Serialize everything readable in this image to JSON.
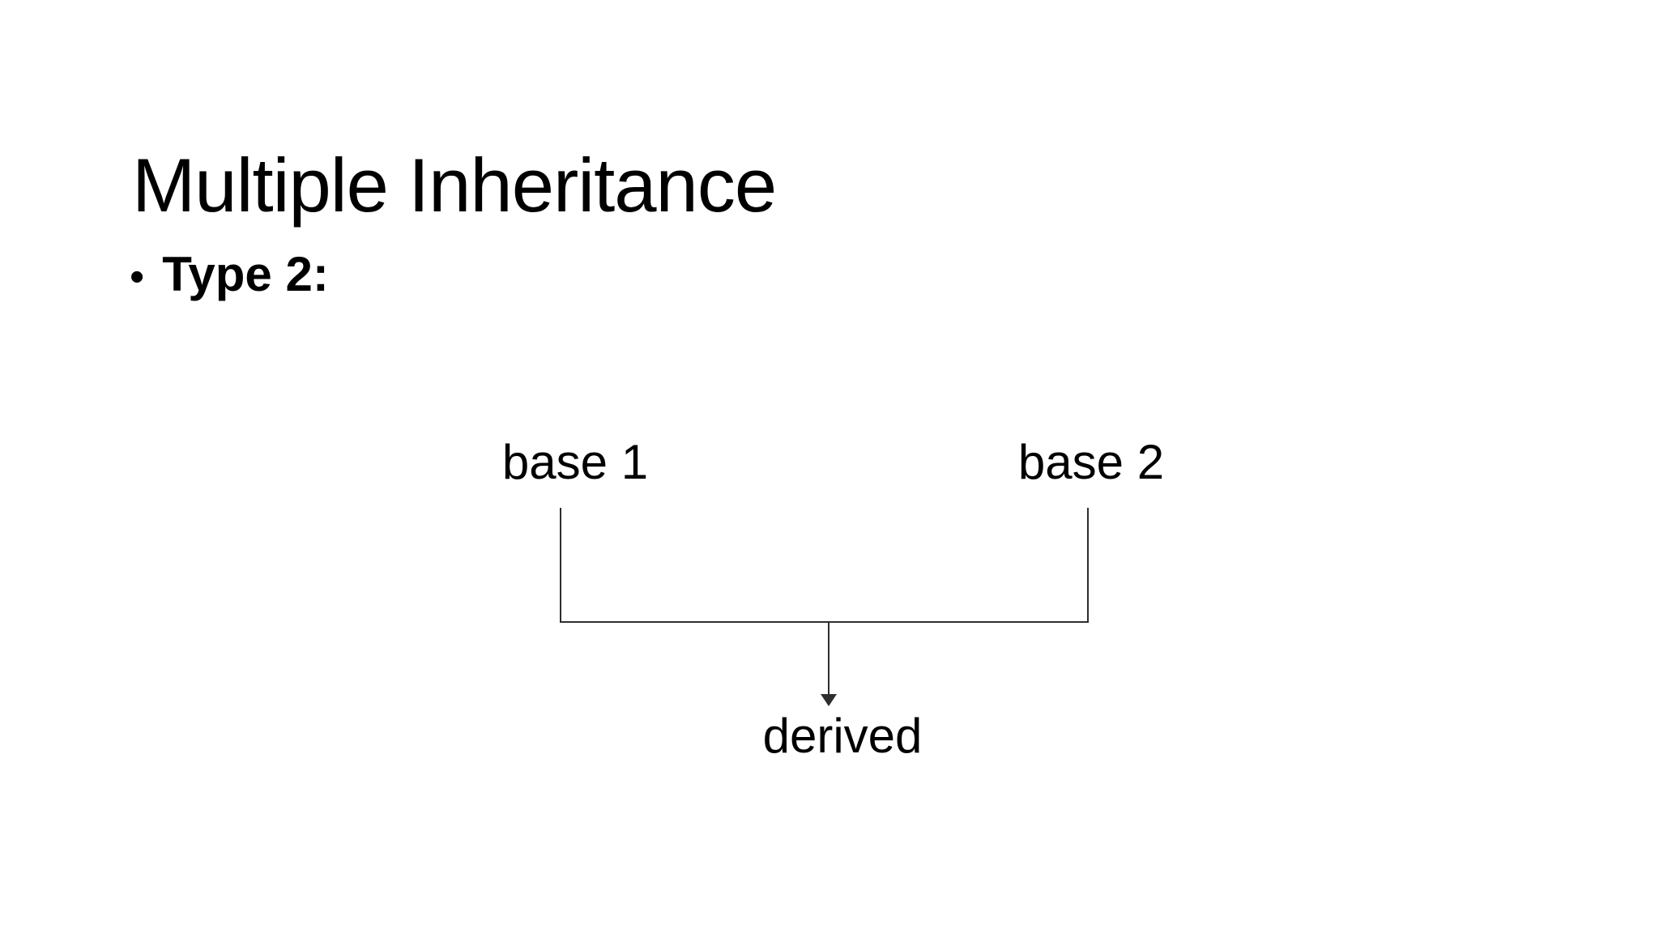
{
  "slide": {
    "title": "Multiple Inheritance",
    "bullets": [
      {
        "marker": "•",
        "text": "Type 2:"
      }
    ]
  },
  "diagram": {
    "nodes": [
      {
        "id": "base1",
        "label": "base 1"
      },
      {
        "id": "base2",
        "label": "base 2"
      },
      {
        "id": "derived",
        "label": "derived"
      }
    ],
    "edges": [
      {
        "from": "base 1",
        "to": "derived"
      },
      {
        "from": "base 2",
        "to": "derived"
      }
    ]
  },
  "colors": {
    "background": "#ffffff",
    "text": "#000000",
    "line": "#2e2e2e"
  }
}
